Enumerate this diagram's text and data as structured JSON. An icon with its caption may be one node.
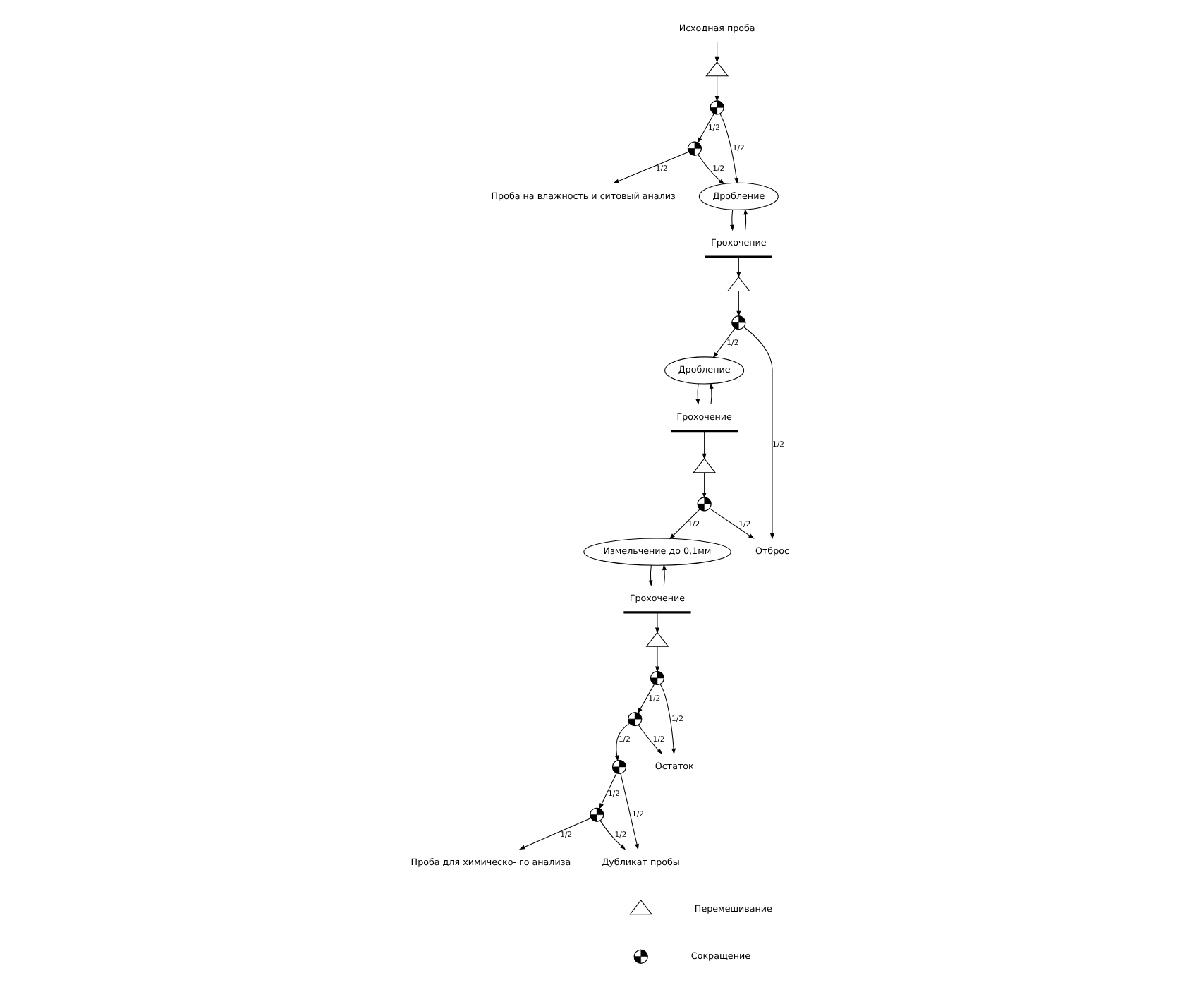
{
  "diagram": {
    "nodes": [
      {
        "text": [
          "Исходная проба"
        ]
      },
      {
        "text": [],
        "shape": "triangle"
      },
      {
        "text": [],
        "shape": "circle"
      },
      {
        "text": [],
        "shape": "circle"
      },
      {
        "text": [
          "Проба на влажность и ситовый анализ"
        ]
      },
      {
        "text": [
          "Дробление"
        ]
      },
      {
        "text": [
          "Грохочение"
        ]
      },
      {
        "text": [],
        "shape": "triangle"
      },
      {
        "text": [],
        "shape": "circle"
      },
      {
        "text": [
          "Дробление"
        ]
      },
      {
        "text": [
          "Грохочение"
        ]
      },
      {
        "text": [],
        "shape": "triangle"
      },
      {
        "text": [],
        "shape": "circle"
      },
      {
        "text": [
          "Отброс"
        ]
      },
      {
        "text": [
          "Измельчение до 0,1мм"
        ]
      },
      {
        "text": [
          "Грохочение"
        ]
      },
      {
        "text": [],
        "shape": "triangle"
      },
      {
        "text": [],
        "shape": "circle"
      },
      {
        "text": [],
        "shape": "circle"
      },
      {
        "text": [],
        "shape": "circle"
      },
      {
        "text": [],
        "shape": "circle"
      },
      {
        "text": [
          "Остаток"
        ]
      },
      {
        "text": [
          "Проба для химическо- го анализа"
        ]
      },
      {
        "text": [
          "Дубликат пробы"
        ]
      }
    ],
    "edges": [
      {
        "from": 0,
        "to": 1,
        "arrow": "to"
      },
      {
        "from": 1,
        "to": 2,
        "arrow": "to"
      },
      {
        "from": 2,
        "to": 5,
        "arrow": "to",
        "label": "1/2"
      },
      {
        "from": 2,
        "to": 3,
        "arrow": "to",
        "label": "1/2"
      },
      {
        "from": 3,
        "to": 5,
        "arrow": "to",
        "label": "1/2"
      },
      {
        "from": 3,
        "to": 4,
        "arrow": "to",
        "label": "1/2"
      },
      {
        "from": 5,
        "to": 6,
        "arrow": "to"
      },
      {
        "from": 6,
        "to": 5,
        "arrow": "to"
      },
      {
        "from": 6,
        "to": 7,
        "arrow": "to"
      },
      {
        "from": 7,
        "to": 8,
        "arrow": "to"
      },
      {
        "from": 8,
        "to": 13,
        "arrow": "to",
        "label": "1/2"
      },
      {
        "from": 8,
        "to": 9,
        "arrow": "to",
        "label": "1/2"
      },
      {
        "from": 9,
        "to": 10,
        "arrow": "to"
      },
      {
        "from": 10,
        "to": 9,
        "arrow": "to"
      },
      {
        "from": 10,
        "to": 11,
        "arrow": "to"
      },
      {
        "from": 11,
        "to": 12,
        "arrow": "to"
      },
      {
        "from": 12,
        "to": 13,
        "arrow": "to",
        "label": "1/2"
      },
      {
        "from": 12,
        "to": 14,
        "arrow": "to",
        "label": "1/2"
      },
      {
        "from": 14,
        "to": 15,
        "arrow": "to"
      },
      {
        "from": 15,
        "to": 14,
        "arrow": "to"
      },
      {
        "from": 15,
        "to": 16,
        "arrow": "to"
      },
      {
        "from": 16,
        "to": 17,
        "arrow": "to"
      },
      {
        "from": 17,
        "to": 18,
        "arrow": "to",
        "label": "1/2"
      },
      {
        "from": 17,
        "to": 21,
        "arrow": "to",
        "label": "1/2"
      },
      {
        "from": 18,
        "to": 19,
        "arrow": "to",
        "label": "1/2"
      },
      {
        "from": 18,
        "to": 21,
        "arrow": "to",
        "label": "1/2"
      },
      {
        "from": 19,
        "to": 20,
        "arrow": "to",
        "label": "1/2"
      },
      {
        "from": 19,
        "to": 23,
        "arrow": "to",
        "label": "1/2"
      },
      {
        "from": 20,
        "to": 22,
        "arrow": "to",
        "label": "1/2"
      },
      {
        "from": 20,
        "to": 23,
        "arrow": "to",
        "label": "1/2"
      }
    ],
    "legend": [
      {
        "text": "Перемешивание"
      },
      {
        "text": "Сокращение"
      }
    ]
  }
}
